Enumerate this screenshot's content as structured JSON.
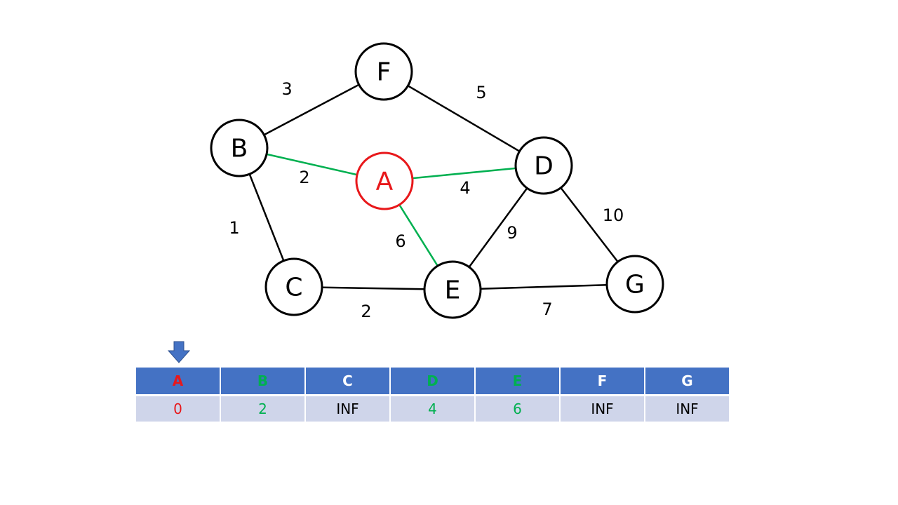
{
  "colors": {
    "start": "#e8181b",
    "updated": "#00b050",
    "normal": "#000000",
    "header_bg": "#4472c4",
    "row_bg": "#cfd5ea",
    "arrow": "#4472c4"
  },
  "graph": {
    "nodes": [
      {
        "id": "A",
        "label": "A",
        "state": "start"
      },
      {
        "id": "B",
        "label": "B",
        "state": "normal"
      },
      {
        "id": "C",
        "label": "C",
        "state": "normal"
      },
      {
        "id": "D",
        "label": "D",
        "state": "normal"
      },
      {
        "id": "E",
        "label": "E",
        "state": "normal"
      },
      {
        "id": "F",
        "label": "F",
        "state": "normal"
      },
      {
        "id": "G",
        "label": "G",
        "state": "normal"
      }
    ],
    "edges": [
      {
        "from": "B",
        "to": "F",
        "weight": "3",
        "state": "normal"
      },
      {
        "from": "F",
        "to": "D",
        "weight": "5",
        "state": "normal"
      },
      {
        "from": "B",
        "to": "A",
        "weight": "2",
        "state": "updated"
      },
      {
        "from": "A",
        "to": "D",
        "weight": "4",
        "state": "updated"
      },
      {
        "from": "A",
        "to": "E",
        "weight": "6",
        "state": "updated"
      },
      {
        "from": "B",
        "to": "C",
        "weight": "1",
        "state": "normal"
      },
      {
        "from": "C",
        "to": "E",
        "weight": "2",
        "state": "normal"
      },
      {
        "from": "D",
        "to": "E",
        "weight": "9",
        "state": "normal"
      },
      {
        "from": "D",
        "to": "G",
        "weight": "10",
        "state": "normal"
      },
      {
        "from": "E",
        "to": "G",
        "weight": "7",
        "state": "normal"
      }
    ]
  },
  "pointer": {
    "icon": "down-arrow-icon",
    "target": "A"
  },
  "table": {
    "columns": [
      {
        "header": "A",
        "value": "0",
        "state": "start"
      },
      {
        "header": "B",
        "value": "2",
        "state": "updated"
      },
      {
        "header": "C",
        "value": "INF",
        "state": "normal"
      },
      {
        "header": "D",
        "value": "4",
        "state": "updated"
      },
      {
        "header": "E",
        "value": "6",
        "state": "updated"
      },
      {
        "header": "F",
        "value": "INF",
        "state": "normal"
      },
      {
        "header": "G",
        "value": "INF",
        "state": "normal"
      }
    ]
  }
}
